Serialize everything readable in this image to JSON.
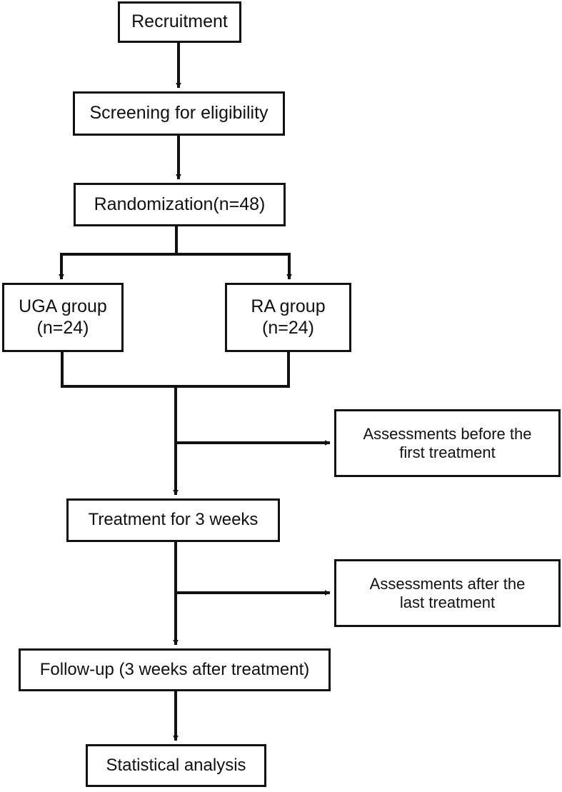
{
  "diagram": {
    "title": "CONSORT-style participant flow diagram",
    "stroke_color": "#111111",
    "background_color": "#ffffff",
    "nodes": [
      {
        "id": "recruitment",
        "label": "Recruitment"
      },
      {
        "id": "screening",
        "label": "Screening for eligibility"
      },
      {
        "id": "randomization",
        "label": "Randomization(n=48)"
      },
      {
        "id": "uga_group",
        "label": "UGA group\n(n=24)"
      },
      {
        "id": "ra_group",
        "label": "RA group\n(n=24)"
      },
      {
        "id": "assessments_before",
        "label": "Assessments before the\nfirst treatment"
      },
      {
        "id": "treatment",
        "label": "Treatment for 3 weeks"
      },
      {
        "id": "assessments_after",
        "label": "Assessments after the\nlast treatment"
      },
      {
        "id": "followup",
        "label": "Follow-up (3 weeks after treatment)"
      },
      {
        "id": "statistical_analysis",
        "label": "Statistical analysis"
      }
    ],
    "edges": [
      {
        "from": "recruitment",
        "to": "screening",
        "type": "arrow-down"
      },
      {
        "from": "screening",
        "to": "randomization",
        "type": "arrow-down"
      },
      {
        "from": "randomization",
        "to": "uga_group",
        "type": "split-arrow-down-left"
      },
      {
        "from": "randomization",
        "to": "ra_group",
        "type": "split-arrow-down-right"
      },
      {
        "from": "uga_group",
        "to": "merge",
        "type": "merge-line"
      },
      {
        "from": "ra_group",
        "to": "merge",
        "type": "merge-line"
      },
      {
        "from": "merge",
        "to": "assessments_before",
        "type": "arrow-right"
      },
      {
        "from": "merge",
        "to": "treatment",
        "type": "arrow-down"
      },
      {
        "from": "treatment",
        "to": "assessments_after",
        "type": "arrow-right"
      },
      {
        "from": "treatment",
        "to": "followup",
        "type": "arrow-down"
      },
      {
        "from": "followup",
        "to": "statistical_analysis",
        "type": "arrow-down"
      }
    ],
    "counts": {
      "randomized_total": 48,
      "uga_group": 24,
      "ra_group": 24
    }
  }
}
